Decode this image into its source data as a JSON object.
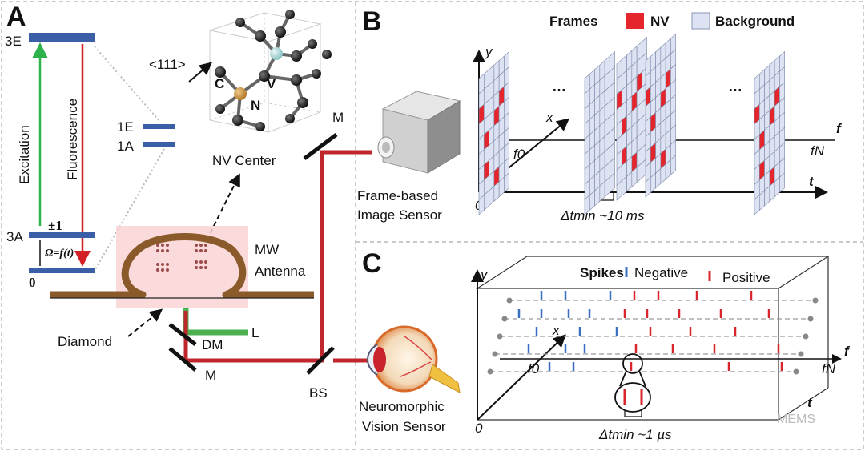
{
  "panels": {
    "a": "A",
    "b": "B",
    "c": "C"
  },
  "panel_a": {
    "level_3e": "3E",
    "level_1e": "1E",
    "level_1a": "1A",
    "level_3a": "3A",
    "plus_minus_one": "±1",
    "omega": "Ω=f(t)",
    "zero": "0",
    "excitation": "Excitation",
    "fluorescence": "Fluorescence",
    "direction": "<111>",
    "atom_c": "C",
    "atom_v": "V",
    "atom_n": "N",
    "nv_center": "NV Center",
    "mirror_top": "M",
    "mw_antenna_1": "MW",
    "mw_antenna_2": "Antenna",
    "diamond": "Diamond",
    "dm": "DM",
    "l": "L",
    "mirror_bottom": "M",
    "bs": "BS",
    "frame_sensor_1": "Frame-based",
    "frame_sensor_2": "Image Sensor",
    "neuro_sensor_1": "Neuromorphic",
    "neuro_sensor_2": "Vision Sensor",
    "colors": {
      "excitation": "#2db14a",
      "fluorescence": "#d32027",
      "level": "#3a5fa6",
      "antenna": "#8b5a2b",
      "beam": "#c0272d"
    }
  },
  "panel_b": {
    "legend_frames": "Frames",
    "legend_nv": "NV",
    "legend_background": "Background",
    "y_axis": "y",
    "x_axis": "x",
    "t_axis": "t",
    "f_axis": "f",
    "f0": "f0",
    "fN": "fN",
    "origin": "0",
    "ellipsis_1": "···",
    "ellipsis_2": "···",
    "delta_t": "Δtmin ~10 ms",
    "colors": {
      "nv": "#e4252c",
      "background": "#dde3f2"
    }
  },
  "panel_c": {
    "legend_spikes": "Spikes",
    "legend_negative": "Negative",
    "legend_positive": "Positive",
    "y_axis": "y",
    "x_axis": "x",
    "t_axis": "t",
    "f_axis": "f",
    "f0": "f0",
    "fN": "fN",
    "origin": "0",
    "delta_t": "Δtmin ~1 µs",
    "colors": {
      "negative": "#3d6fc1",
      "positive": "#d8262c"
    }
  },
  "watermark": "MEMS"
}
